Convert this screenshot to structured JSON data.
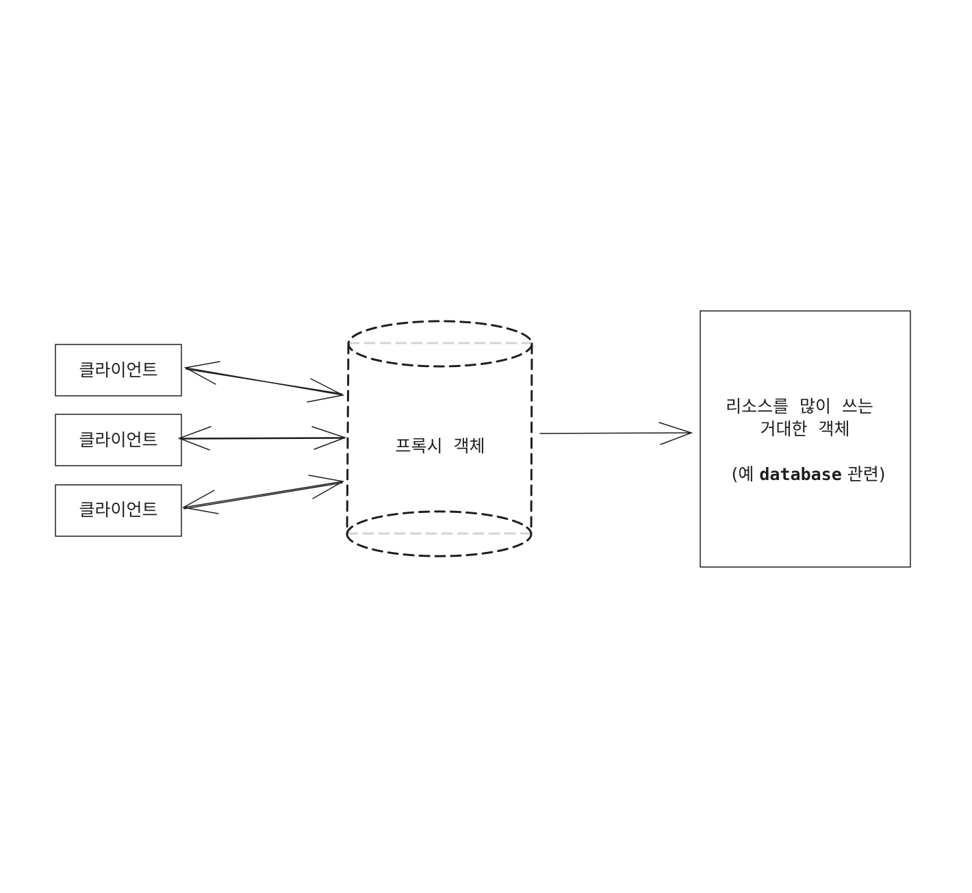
{
  "colors": {
    "stroke": "#1e1e1e",
    "dash_hidden": "#ced4da",
    "background": "#ffffff"
  },
  "clients": [
    {
      "label": "클라이언트"
    },
    {
      "label": "클라이언트"
    },
    {
      "label": "클라이언트"
    }
  ],
  "proxy": {
    "label": "프록시  객체"
  },
  "resource": {
    "line1": "리소스를  많이  쓰는",
    "line2": "거대한  객체",
    "line3_prefix": "(예 ",
    "line3_code": "database",
    "line3_suffix": " 관련)"
  }
}
